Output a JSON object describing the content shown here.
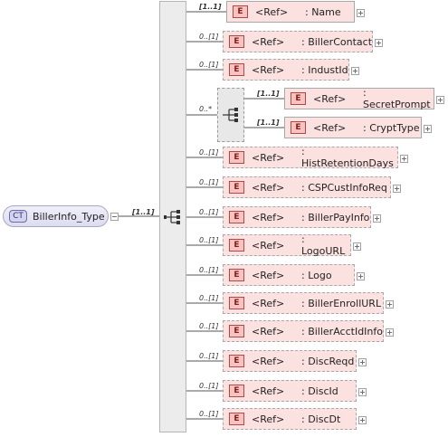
{
  "complex_type": {
    "badge": "CT",
    "name": "BillerInfo_Type"
  },
  "sequence_cardinality": "[1..1]",
  "choice_cardinality": "0..*",
  "element_badge": "E",
  "ref_label": "<Ref>",
  "elements": [
    {
      "name": ": Name",
      "cardinality": "[1..1]",
      "required": true
    },
    {
      "name": ": BillerContact",
      "cardinality": "0..[1]",
      "required": false
    },
    {
      "name": ": IndustId",
      "cardinality": "0..[1]",
      "required": false
    },
    {
      "name": ": HistRetentionDays",
      "cardinality": "0..[1]",
      "required": false
    },
    {
      "name": ": CSPCustInfoReq",
      "cardinality": "0..[1]",
      "required": false
    },
    {
      "name": ": BillerPayInfo",
      "cardinality": "0..[1]",
      "required": false
    },
    {
      "name": ": LogoURL",
      "cardinality": "0..[1]",
      "required": false
    },
    {
      "name": ": Logo",
      "cardinality": "0..[1]",
      "required": false
    },
    {
      "name": ": BillerEnrollURL",
      "cardinality": "0..[1]",
      "required": false
    },
    {
      "name": ": BillerAcctIdInfo",
      "cardinality": "0..[1]",
      "required": false
    },
    {
      "name": ": DiscReqd",
      "cardinality": "0..[1]",
      "required": false
    },
    {
      "name": ": DiscId",
      "cardinality": "0..[1]",
      "required": false
    },
    {
      "name": ": DiscDt",
      "cardinality": "0..[1]",
      "required": false
    }
  ],
  "choice_elements": [
    {
      "name": ": SecretPrompt",
      "cardinality": "[1..1]",
      "required": true
    },
    {
      "name": ": CryptType",
      "cardinality": "[1..1]",
      "required": true
    }
  ]
}
